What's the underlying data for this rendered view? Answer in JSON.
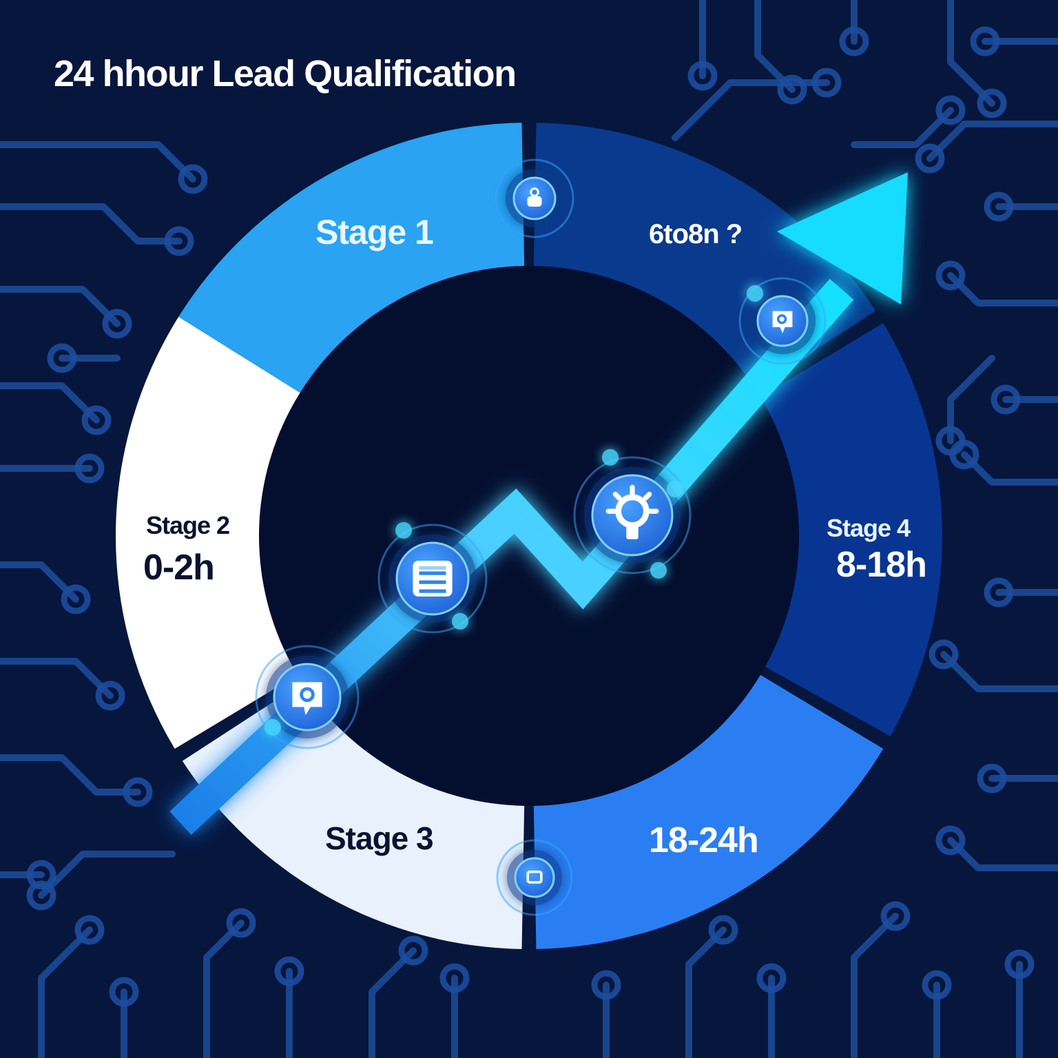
{
  "title": "24 hhour Lead Qualification",
  "colors": {
    "background": "#06163d",
    "circuit": "#1d4d9e",
    "segment_stage1": "#29a3f2",
    "segment_top_right": "#0a3a8e",
    "segment_stage2": "#ffffff",
    "segment_stage4": "#083592",
    "segment_stage3": "#e8f1fc",
    "segment_bottom_right": "#2a7ef2",
    "arrow": "#45c6ff",
    "icon_node": "#2f86ee"
  },
  "segments": [
    {
      "id": "stage1",
      "label": "Stage 1",
      "time": ""
    },
    {
      "id": "top-right",
      "label": "6to8n ?",
      "time": ""
    },
    {
      "id": "stage2",
      "label": "Stage 2",
      "time": "0-2h"
    },
    {
      "id": "stage4",
      "label": "Stage 4",
      "time": "8-18h"
    },
    {
      "id": "stage3",
      "label": "Stage 3",
      "time": ""
    },
    {
      "id": "bottom-right",
      "label": "18-24h",
      "time": ""
    }
  ],
  "icons": {
    "user": "user-icon",
    "search_pin": "search-pin-icon",
    "lightbulb": "lightbulb-icon",
    "document": "document-icon",
    "chat_search": "chat-search-icon",
    "square": "square-icon"
  }
}
